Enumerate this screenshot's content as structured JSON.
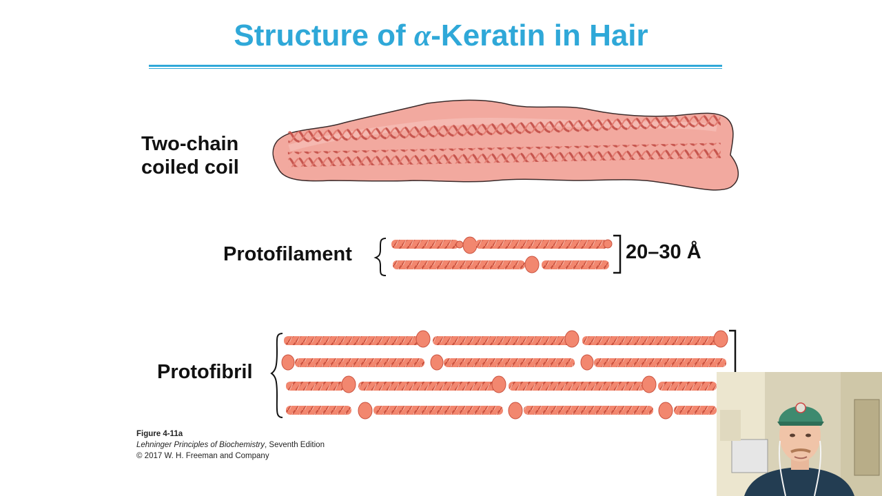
{
  "slide": {
    "title_pre": "Structure of ",
    "title_alpha": "α",
    "title_post": "-Keratin in Hair"
  },
  "labels": {
    "coiled_coil_line1": "Two-chain",
    "coiled_coil_line2": "coiled coil",
    "protofilament": "Protofilament",
    "protofilament_width": "20–30 Å",
    "protofibril": "Protofibril"
  },
  "caption": {
    "figure": "Figure 4-11a",
    "book_title": "Lehninger Principles of Biochemistry",
    "edition": ", Seventh Edition",
    "copyright": "© 2017 W. H. Freeman and Company"
  },
  "colors": {
    "title": "#2fa8d8",
    "surface": "#f0a9a0",
    "helix": "#d9645a",
    "strand": "#f2876f"
  }
}
